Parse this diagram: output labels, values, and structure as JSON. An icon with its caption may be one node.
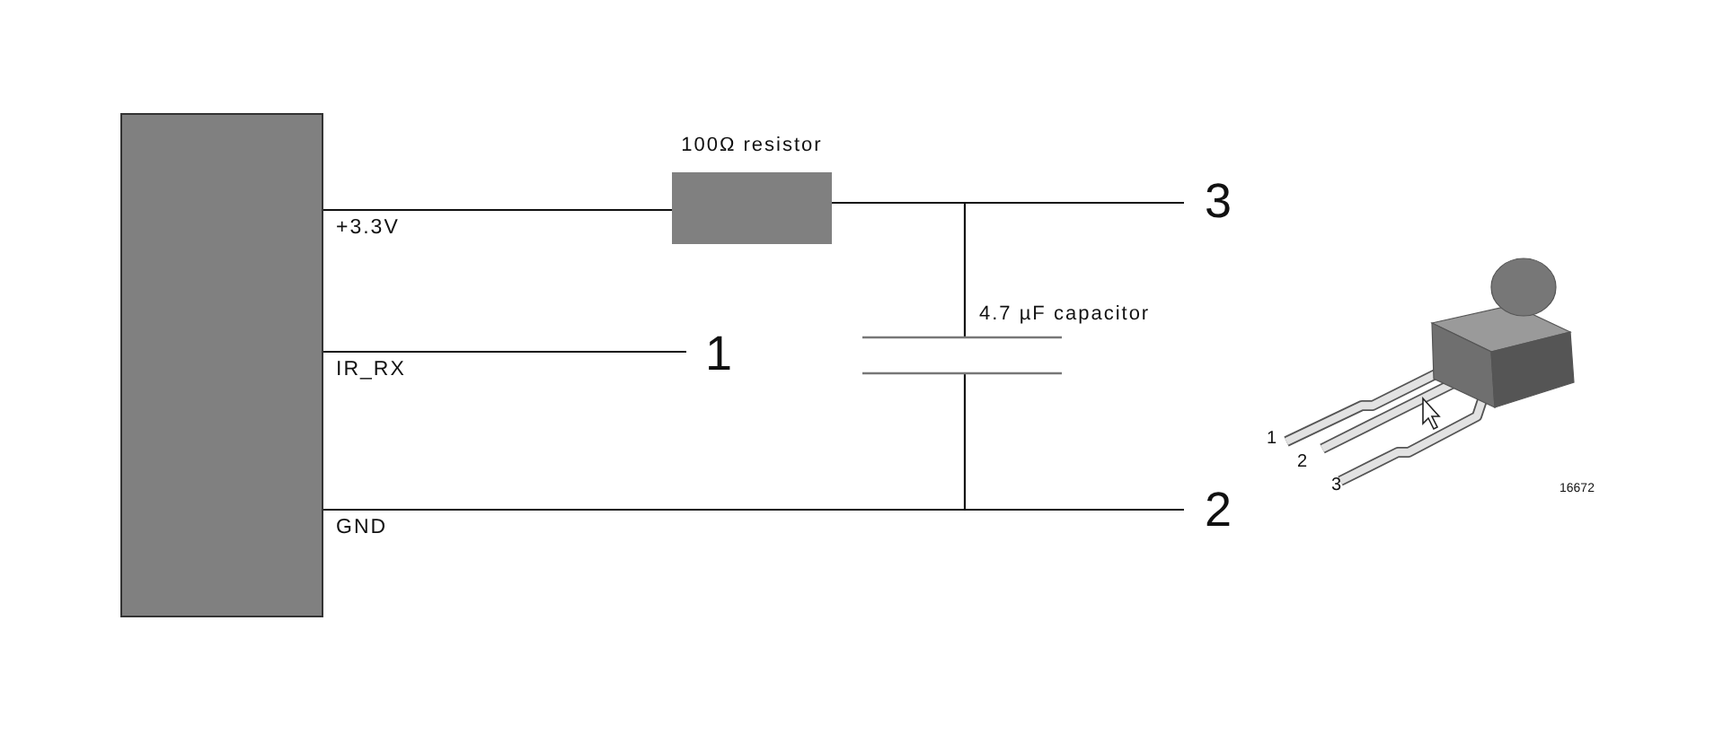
{
  "diagram": {
    "nodes": [
      {
        "text": [],
        "shape": "box"
      },
      {
        "text": [
          "100Ω resistor"
        ]
      },
      {
        "text": [
          "3"
        ]
      },
      {
        "text": [
          "1"
        ]
      },
      {
        "text": [
          "2"
        ]
      },
      {
        "text": [],
        "shape": "capacitor",
        "beside": [
          "4.7 µF capacitor"
        ]
      }
    ],
    "edges": [
      {
        "from": 0,
        "to": 1,
        "arrow": "none",
        "label": "+3.3V"
      },
      {
        "from": 1,
        "to": 2,
        "arrow": "none"
      },
      {
        "from": 0,
        "to": 3,
        "arrow": "none",
        "label": "IR_RX"
      },
      {
        "from": 0,
        "to": 4,
        "arrow": "none",
        "label": "GND"
      },
      {
        "from": 5,
        "to": 2,
        "arrow": "none"
      },
      {
        "from": 5,
        "to": 4,
        "arrow": "none"
      }
    ],
    "labels": [
      "1",
      "2",
      "3",
      "16672"
    ]
  }
}
